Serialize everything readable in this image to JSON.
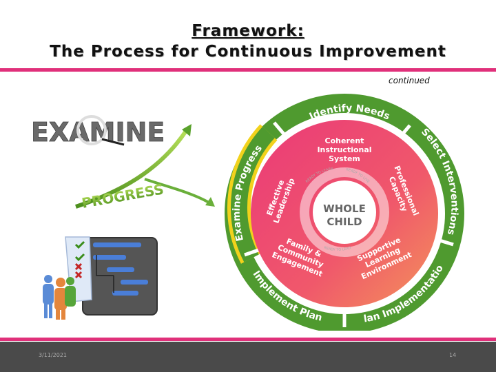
{
  "header": {
    "title_line1": "Framework:",
    "title_line2": "The Process for Continuous Improvement",
    "continued": "continued"
  },
  "left_art": {
    "examine_text": "EXAMINE",
    "progress_text": "PROGRESS"
  },
  "wheel": {
    "outer_segments": [
      "Identify Needs",
      "Select Interventions",
      "Plan Implementation",
      "Implement Plan",
      "Examine Progress"
    ],
    "inner_segments": [
      "Coherent",
      "Instructional",
      "System",
      "Professional",
      "Capacity",
      "Supportive",
      "Learning",
      "Environment",
      "Family &",
      "Community",
      "Engagement",
      "Effective",
      "Leadership"
    ],
    "center_line1": "WHOLE",
    "center_line2": "CHILD",
    "ring_words": [
      "READY TO LEARN",
      "READY TO LIVE",
      "READY TO LEAD"
    ]
  },
  "colors": {
    "accent": "#e0307a",
    "green": "#4f9a2f",
    "yellow": "#f2d21c"
  },
  "footer": {
    "date": "3/11/2021",
    "page": "14"
  }
}
